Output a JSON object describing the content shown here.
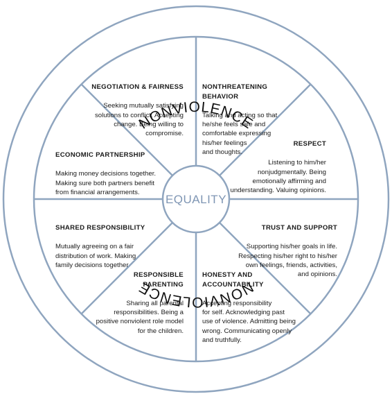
{
  "outer_label_top": "NONVIOLENCE",
  "outer_label_bottom": "NONVIOLENCE",
  "center_label": "EQUALITY",
  "colors": {
    "stroke": "#8fa5bf",
    "center_text": "#7f96b4",
    "text": "#1a1a1a"
  },
  "segments": {
    "negotiation": {
      "heading": "NEGOTIATION & FAIRNESS",
      "body": "Seeking mutually satisfying\nsolutions to conflict. Accepting\nchange. Being willing to\ncompromise."
    },
    "nonthreatening": {
      "heading": "NONTHREATENING\nBEHAVIOR",
      "body": "Talking and acting so that\nhe/she feels safe and\ncomfortable expressing\nhis/her feelings\nand thoughts."
    },
    "respect": {
      "heading": "RESPECT",
      "body": "Listening to him/her\nnonjudgmentally. Being\nemotionally affirming and\nunderstanding. Valuing opinions."
    },
    "trust": {
      "heading": "TRUST AND SUPPORT",
      "body": "Supporting his/her goals in life.\nRespecting his/her right to his/her\nown feelings, friends, activities,\nand opinions."
    },
    "honesty": {
      "heading": "HONESTY AND\nACCOUNTABILITY",
      "body": "Accepting responsibility\nfor self. Acknowledging past\nuse of violence. Admitting being\nwrong. Communicating openly\nand truthfully."
    },
    "parenting": {
      "heading": "RESPONSIBLE\nPARENTING",
      "body": "Sharing all parental\nresponsibilities. Being a\npositive nonviolent role model\nfor the children."
    },
    "shared": {
      "heading": "SHARED RESPONSIBILITY",
      "body": "Mutually agreeing on a fair\ndistribution of work. Making\nfamily decisions together"
    },
    "economic": {
      "heading": "ECONOMIC PARTNERSHIP",
      "body": "Making money decisions together.\nMaking sure both partners benefit\nfrom financial arrangements."
    }
  }
}
